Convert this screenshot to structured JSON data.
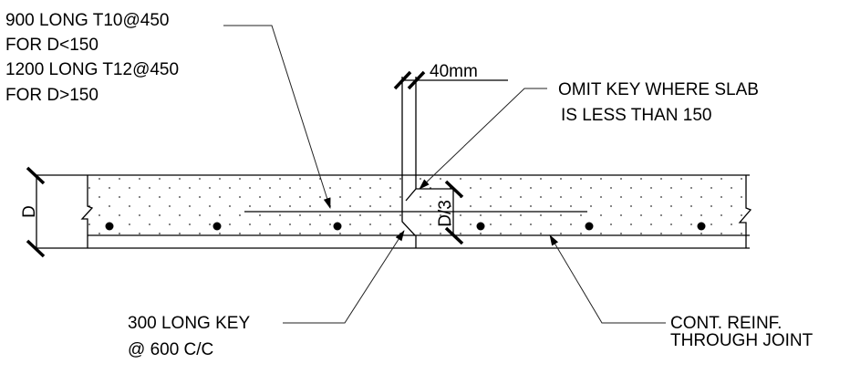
{
  "labels": {
    "dowel_line1": "900 LONG T10@450",
    "dowel_line2": "FOR D<150",
    "dowel_line3": "1200 LONG T12@450",
    "dowel_line4": "FOR D>150",
    "gap": "40mm",
    "omit_line1": "OMIT KEY WHERE SLAB",
    "omit_line2": "IS LESS THAN 150",
    "key_line1": "300 LONG KEY",
    "key_line2": "@ 600 C/C",
    "cont_line1": "CONT. REINF.",
    "cont_line2": "THROUGH JOINT",
    "depth": "D",
    "key_depth": "D/3"
  }
}
